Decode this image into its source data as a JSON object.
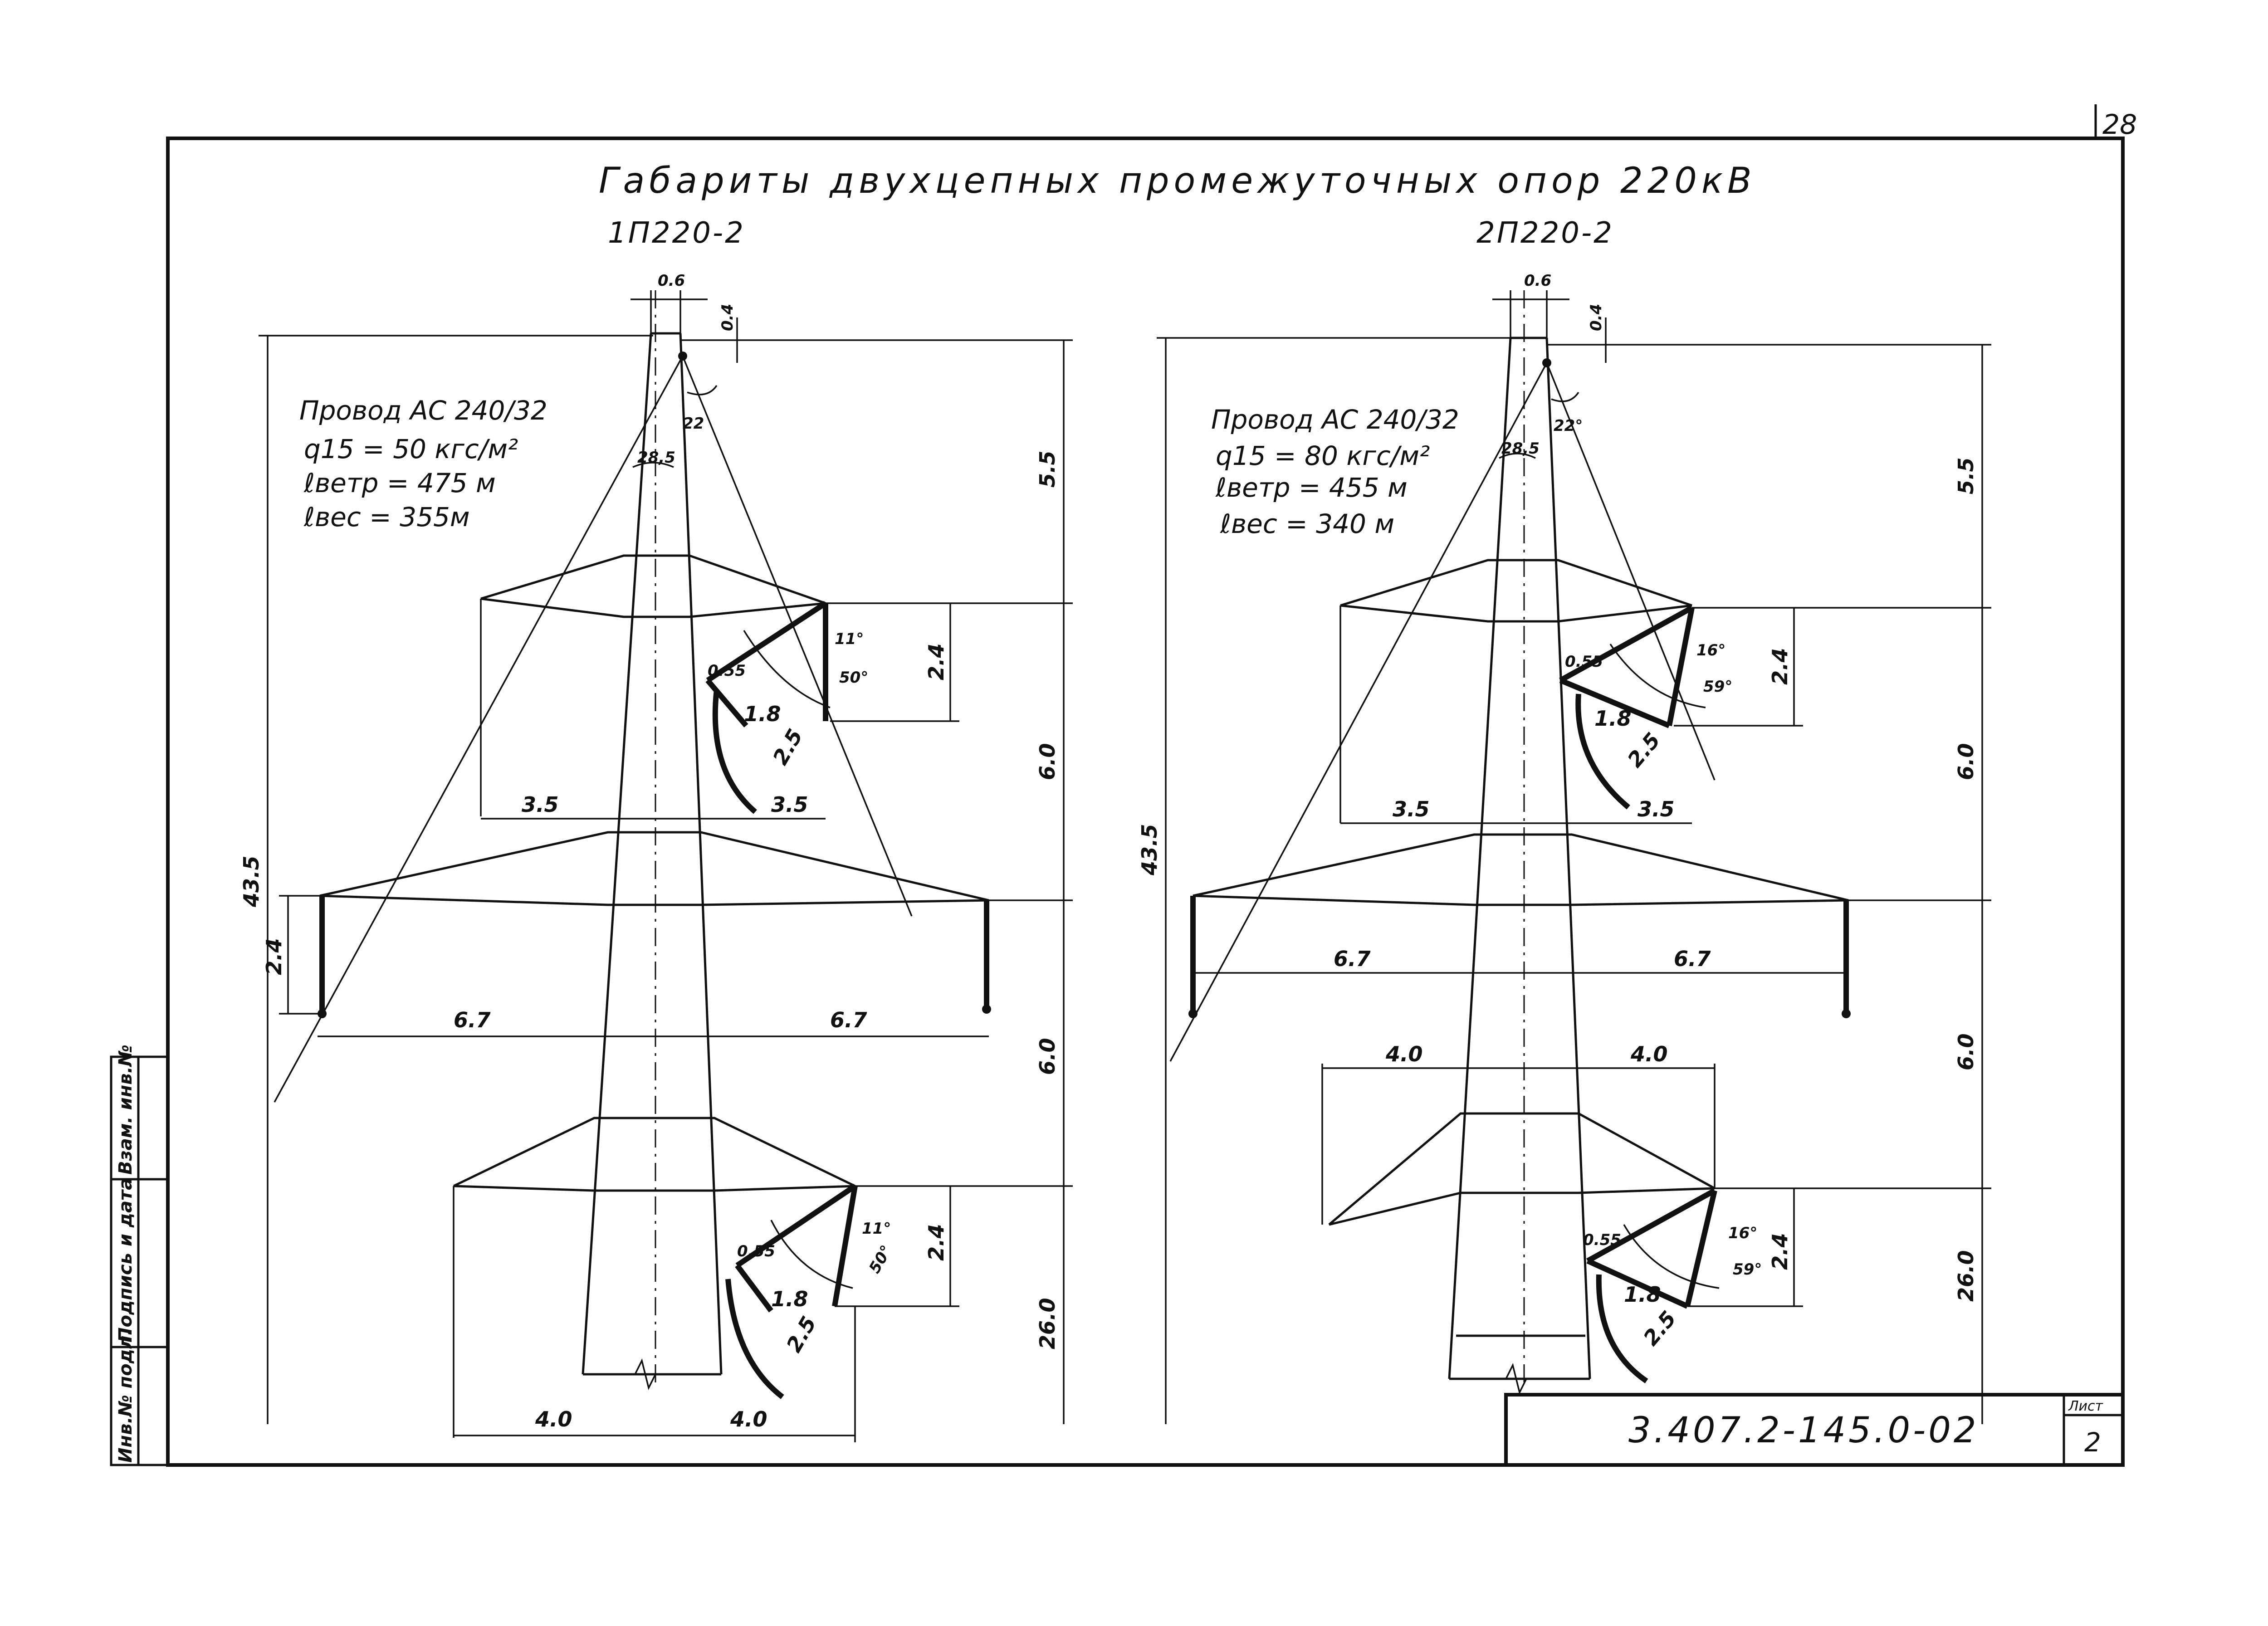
{
  "sheet": {
    "page_number": "28",
    "title": "Габариты двухцепных промежуточных опор 220кВ",
    "drawing_code": "3.407.2-145.0-02",
    "sheet_label": "Лист",
    "sheet_number": "2",
    "side_stamp": [
      "Инв.№ подл.",
      "Подпись и дата",
      "Взам. инв.№"
    ]
  },
  "towers": [
    {
      "name": "1П220-2",
      "notes": {
        "wire": "Провод АС 240/32",
        "q15": "q15 = 50 кгс/м²",
        "l_wind": "ℓветр = 475 м",
        "l_weight": "ℓвес = 355м"
      },
      "dims": {
        "top_width": "0.6",
        "top_offset": "0.4",
        "angle_a": "28,5",
        "angle_b": "22",
        "h1": "5.5",
        "h2": "6.0",
        "h3": "6.0",
        "h4": "26.0",
        "total": "43.5",
        "ins_len": "2.4",
        "ins_len_left": "2.4",
        "ins_len_low": "2.4",
        "arm_upper_left": "3.5",
        "arm_upper_right": "3.5",
        "arm_mid_left": "6.7",
        "arm_mid_right": "6.7",
        "arm_low_left": "4.0",
        "arm_low_right": "4.0",
        "clr_055": "0.55",
        "clr_18": "1.8",
        "clr_25": "2.5",
        "ang_upper_1": "11°",
        "ang_upper_2": "50°",
        "ang_low_1": "11°",
        "ang_low_2": "50°"
      }
    },
    {
      "name": "2П220-2",
      "notes": {
        "wire": "Провод АС 240/32",
        "q15": "q15 = 80 кгс/м²",
        "l_wind": "ℓветр = 455 м",
        "l_weight": "ℓвес = 340 м"
      },
      "dims": {
        "top_width": "0.6",
        "top_offset": "0.4",
        "angle_a": "28,5",
        "angle_b": "22°",
        "h1": "5.5",
        "h2": "6.0",
        "h3": "6.0",
        "h4": "26.0",
        "total": "43.5",
        "ins_len": "2.4",
        "ins_len_low": "2.4",
        "arm_upper_left": "3.5",
        "arm_upper_right": "3.5",
        "arm_mid_left": "6.7",
        "arm_mid_right": "6.7",
        "arm_low_left": "4.0",
        "arm_low_right": "4.0",
        "clr_055": "0.55",
        "clr_18": "1.8",
        "clr_25": "2.5",
        "ang_upper_1": "16°",
        "ang_upper_2": "59°",
        "ang_low_1": "16°",
        "ang_low_2": "59°"
      }
    }
  ]
}
